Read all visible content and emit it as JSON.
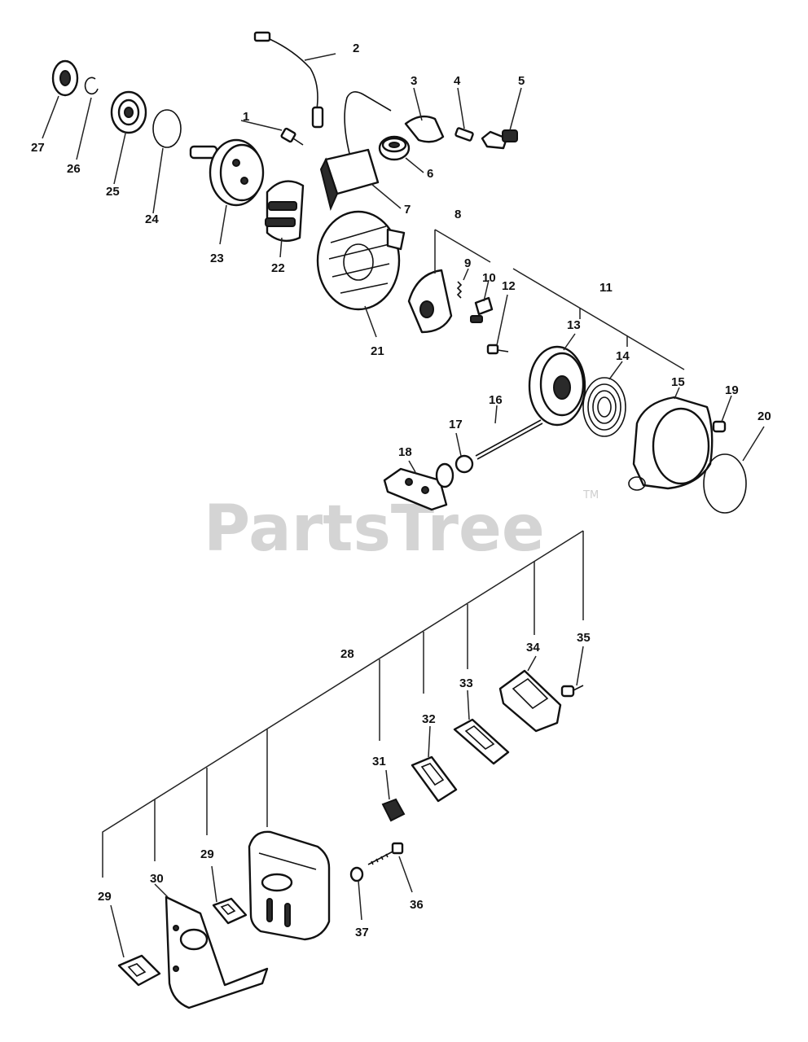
{
  "watermark": {
    "text": "PartsTree",
    "trademark": "TM"
  },
  "callouts": [
    {
      "id": "1",
      "text": "1"
    },
    {
      "id": "2",
      "text": "2"
    },
    {
      "id": "3",
      "text": "3"
    },
    {
      "id": "4",
      "text": "4"
    },
    {
      "id": "5",
      "text": "5"
    },
    {
      "id": "6",
      "text": "6"
    },
    {
      "id": "7",
      "text": "7"
    },
    {
      "id": "8",
      "text": "8"
    },
    {
      "id": "9",
      "text": "9"
    },
    {
      "id": "10",
      "text": "10"
    },
    {
      "id": "11",
      "text": "11"
    },
    {
      "id": "12",
      "text": "12"
    },
    {
      "id": "13",
      "text": "13"
    },
    {
      "id": "14",
      "text": "14"
    },
    {
      "id": "15",
      "text": "15"
    },
    {
      "id": "16",
      "text": "16"
    },
    {
      "id": "17",
      "text": "17"
    },
    {
      "id": "18",
      "text": "18"
    },
    {
      "id": "19",
      "text": "19"
    },
    {
      "id": "20",
      "text": "20"
    },
    {
      "id": "21",
      "text": "21"
    },
    {
      "id": "22",
      "text": "22"
    },
    {
      "id": "23",
      "text": "23"
    },
    {
      "id": "24",
      "text": "24"
    },
    {
      "id": "25",
      "text": "25"
    },
    {
      "id": "26",
      "text": "26"
    },
    {
      "id": "27",
      "text": "27"
    },
    {
      "id": "28",
      "text": "28"
    },
    {
      "id": "29a",
      "text": "29"
    },
    {
      "id": "29b",
      "text": "29"
    },
    {
      "id": "30",
      "text": "30"
    },
    {
      "id": "31",
      "text": "31"
    },
    {
      "id": "32",
      "text": "32"
    },
    {
      "id": "33",
      "text": "33"
    },
    {
      "id": "34",
      "text": "34"
    },
    {
      "id": "35",
      "text": "35"
    },
    {
      "id": "36",
      "text": "36"
    },
    {
      "id": "37",
      "text": "37"
    }
  ]
}
